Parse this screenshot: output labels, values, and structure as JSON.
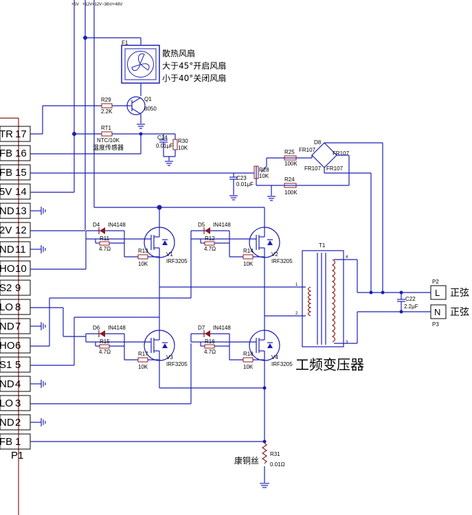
{
  "power_rails": [
    "+5V",
    "+12V",
    "+12V~36V/+48V"
  ],
  "connector": {
    "ref": "P1",
    "pins": [
      {
        "num": "17",
        "name": "TR"
      },
      {
        "num": "16",
        "name": "FB"
      },
      {
        "num": "15",
        "name": "FB"
      },
      {
        "num": "14",
        "name": "5V"
      },
      {
        "num": "13",
        "name": "ND"
      },
      {
        "num": "12",
        "name": "2V"
      },
      {
        "num": "11",
        "name": "ND"
      },
      {
        "num": "10",
        "name": "HO"
      },
      {
        "num": "9",
        "name": "S2"
      },
      {
        "num": "8",
        "name": "LO"
      },
      {
        "num": "7",
        "name": "ND"
      },
      {
        "num": "6",
        "name": "HO"
      },
      {
        "num": "5",
        "name": "S1"
      },
      {
        "num": "4",
        "name": "ND"
      },
      {
        "num": "3",
        "name": "LO"
      },
      {
        "num": "2",
        "name": "ND"
      },
      {
        "num": "1",
        "name": "FB"
      }
    ]
  },
  "fan": {
    "ref": "F1",
    "line1": "散热风扇",
    "line2": "大于45°开启风扇",
    "line3": "小于40°关闭风扇"
  },
  "q1": {
    "ref": "Q1",
    "value": "8050"
  },
  "r29": {
    "ref": "R29",
    "value": "2.2K"
  },
  "rt1": {
    "ref": "RT1",
    "value": "NTC/10K",
    "note": "温度传感器"
  },
  "c24": {
    "ref": "C24",
    "value": "0.01μF"
  },
  "r30": {
    "ref": "R30",
    "value": "10K"
  },
  "d8": {
    "ref": "D8",
    "diode": "FR107"
  },
  "r25": {
    "ref": "R25",
    "value": "100K"
  },
  "r28": {
    "ref": "R28",
    "value": "10K"
  },
  "c23": {
    "ref": "C23",
    "value": "0.01μF"
  },
  "r24": {
    "ref": "R24",
    "value": "100K"
  },
  "mosfets": [
    {
      "ref": "V1",
      "part": "IRF3205"
    },
    {
      "ref": "V2",
      "part": "IRF3205"
    },
    {
      "ref": "V3",
      "part": "IRF3205"
    },
    {
      "ref": "V4",
      "part": "IRF3205"
    }
  ],
  "diodes": [
    {
      "ref": "D4",
      "part": "IN4148"
    },
    {
      "ref": "D5",
      "part": "IN4148"
    },
    {
      "ref": "D6",
      "part": "IN4148"
    },
    {
      "ref": "D7",
      "part": "IN4148"
    }
  ],
  "gate_resistors": [
    {
      "ref": "R11",
      "value": "4.7Ω"
    },
    {
      "ref": "R12",
      "value": "4.7Ω"
    },
    {
      "ref": "R15",
      "value": "4.7Ω"
    },
    {
      "ref": "R16",
      "value": "4.7Ω"
    }
  ],
  "pulldown_resistors": [
    {
      "ref": "R13",
      "value": "10K"
    },
    {
      "ref": "R14",
      "value": "10K"
    },
    {
      "ref": "R17",
      "value": "10K"
    },
    {
      "ref": "R18",
      "value": "10K"
    }
  ],
  "transformer": {
    "ref": "T1",
    "label": "工频变压器",
    "pin1": "1",
    "pin2": "2",
    "pin3": "3",
    "pin4": "4"
  },
  "c22": {
    "ref": "C22",
    "value": "2.2μF"
  },
  "out_l": {
    "ref": "P2",
    "letter": "L",
    "text": "正弦"
  },
  "out_n": {
    "ref": "P3",
    "letter": "N",
    "text": "正弦"
  },
  "r31": {
    "ref": "R31",
    "value": "0.01Ω",
    "note": "康铜丝"
  }
}
